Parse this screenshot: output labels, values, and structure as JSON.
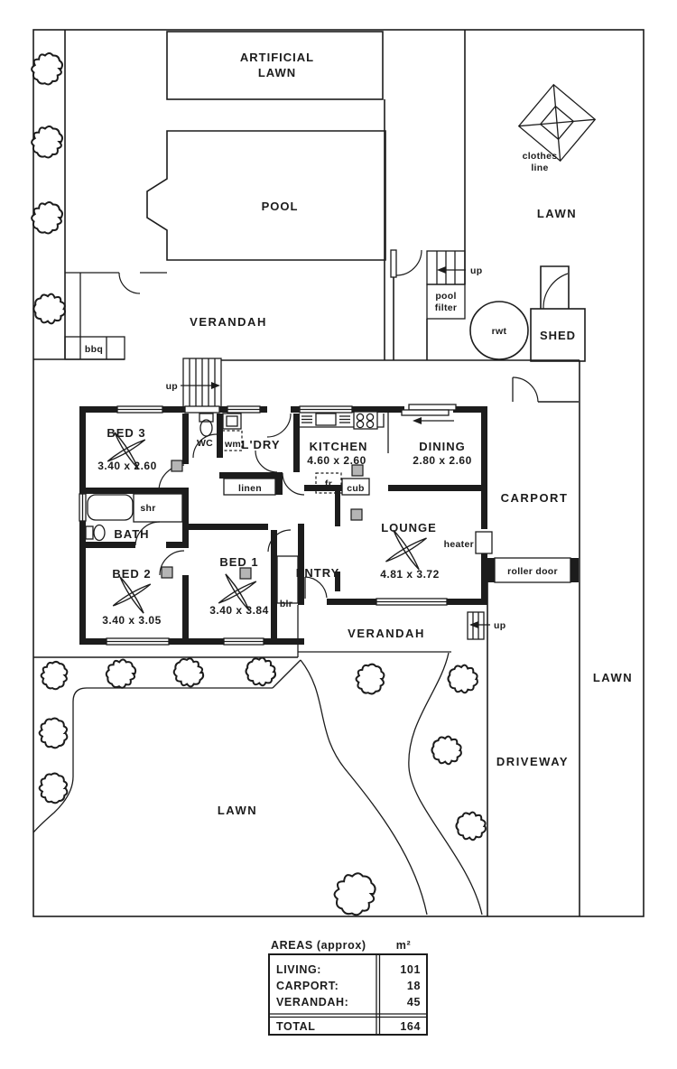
{
  "colors": {
    "ink": "#1c1c1c",
    "background": "#ffffff",
    "vent_gray": "#b5b5b5"
  },
  "labels": {
    "artificial_lawn": [
      "ARTIFICIAL",
      "LAWN"
    ],
    "pool": "POOL",
    "clothes_line": [
      "clothes",
      "line"
    ],
    "lawn_top_right": "LAWN",
    "verandah_top": "VERANDAH",
    "bbq": "bbq",
    "up_house_stairs": "up",
    "up_pool_stairs": "up",
    "up_front_steps": "up",
    "pool_filter": [
      "pool",
      "filter"
    ],
    "rwt": "rwt",
    "shed": "SHED",
    "carport": "CARPORT",
    "roller_door": "roller door",
    "heater": "heater",
    "lawn_right": "LAWN",
    "driveway": "DRIVEWAY",
    "lawn_bottom": "LAWN",
    "verandah_bottom": "VERANDAH",
    "entry": "ENTRY",
    "wc": "WC",
    "wm": "wm",
    "ldry": "L'DRY",
    "linen": "linen",
    "shr": "shr",
    "bath": "BATH",
    "fr": "fr",
    "cub": "cub",
    "blr": "blr",
    "bed3": {
      "name": "BED 3",
      "dims": "3.40 x 2.60"
    },
    "bed2": {
      "name": "BED 2",
      "dims": "3.40 x 3.05"
    },
    "bed1": {
      "name": "BED 1",
      "dims": "3.40 x 3.84"
    },
    "kitchen": {
      "name": "KITCHEN",
      "dims": "4.60 x 2.60"
    },
    "dining": {
      "name": "DINING",
      "dims": "2.80 x 2.60"
    },
    "lounge": {
      "name": "LOUNGE",
      "dims": "4.81 x 3.72"
    }
  },
  "areas_table": {
    "header": {
      "title": "AREAS (approx)",
      "unit": "m²"
    },
    "rows": [
      {
        "label": "LIVING:",
        "value": "101"
      },
      {
        "label": "CARPORT:",
        "value": "18"
      },
      {
        "label": "VERANDAH:",
        "value": "45"
      }
    ],
    "total": {
      "label": "TOTAL",
      "value": "164"
    }
  }
}
